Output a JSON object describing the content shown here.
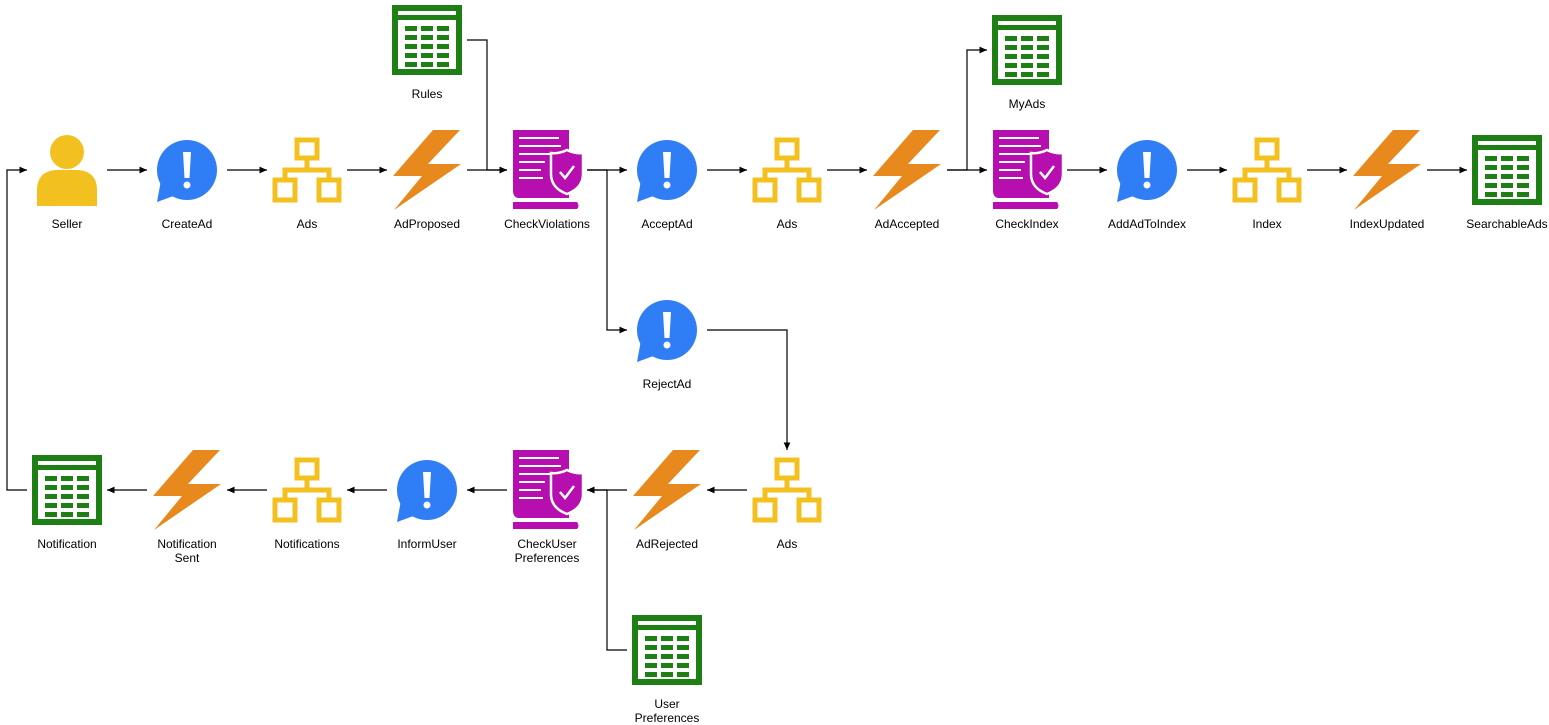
{
  "colors": {
    "actor": "#F2C01F",
    "command": "#2F7EF5",
    "aggregate": "#F2C01F",
    "event": "#E8891E",
    "policy": "#B70EB0",
    "readmodel": "#1E7F14",
    "edge": "#000000"
  },
  "nodes": [
    {
      "id": "seller",
      "label": "Seller",
      "type": "actor",
      "icon": "person-icon"
    },
    {
      "id": "create-ad",
      "label": "CreateAd",
      "type": "command",
      "icon": "command-bubble-icon"
    },
    {
      "id": "ads-1",
      "label": "Ads",
      "type": "aggregate",
      "icon": "aggregate-network-icon"
    },
    {
      "id": "ad-proposed",
      "label": "AdProposed",
      "type": "event",
      "icon": "lightning-icon"
    },
    {
      "id": "rules",
      "label": "Rules",
      "type": "readmodel",
      "icon": "table-icon"
    },
    {
      "id": "check-violations",
      "label": "CheckViolations",
      "type": "policy",
      "icon": "policy-shield-icon"
    },
    {
      "id": "accept-ad",
      "label": "AcceptAd",
      "type": "command",
      "icon": "command-bubble-icon"
    },
    {
      "id": "ads-2",
      "label": "Ads",
      "type": "aggregate",
      "icon": "aggregate-network-icon"
    },
    {
      "id": "ad-accepted",
      "label": "AdAccepted",
      "type": "event",
      "icon": "lightning-icon"
    },
    {
      "id": "my-ads",
      "label": "MyAds",
      "type": "readmodel",
      "icon": "table-icon"
    },
    {
      "id": "check-index",
      "label": "CheckIndex",
      "type": "policy",
      "icon": "policy-shield-icon"
    },
    {
      "id": "add-ad-to-index",
      "label": "AddAdToIndex",
      "type": "command",
      "icon": "command-bubble-icon"
    },
    {
      "id": "index",
      "label": "Index",
      "type": "aggregate",
      "icon": "aggregate-network-icon"
    },
    {
      "id": "index-updated",
      "label": "IndexUpdated",
      "type": "event",
      "icon": "lightning-icon"
    },
    {
      "id": "searchable-ads",
      "label": "SearchableAds",
      "type": "readmodel",
      "icon": "table-icon"
    },
    {
      "id": "reject-ad",
      "label": "RejectAd",
      "type": "command",
      "icon": "command-bubble-icon"
    },
    {
      "id": "ads-3",
      "label": "Ads",
      "type": "aggregate",
      "icon": "aggregate-network-icon"
    },
    {
      "id": "ad-rejected",
      "label": "AdRejected",
      "type": "event",
      "icon": "lightning-icon"
    },
    {
      "id": "check-user-preferences",
      "label": "CheckUser\nPreferences",
      "type": "policy",
      "icon": "policy-shield-icon"
    },
    {
      "id": "user-preferences",
      "label": "User\nPreferences",
      "type": "readmodel",
      "icon": "table-icon"
    },
    {
      "id": "inform-user",
      "label": "InformUser",
      "type": "command",
      "icon": "command-bubble-icon"
    },
    {
      "id": "notifications",
      "label": "Notifications",
      "type": "aggregate",
      "icon": "aggregate-network-icon"
    },
    {
      "id": "notification-sent",
      "label": "Notification\nSent",
      "type": "event",
      "icon": "lightning-icon"
    },
    {
      "id": "notification",
      "label": "Notification",
      "type": "readmodel",
      "icon": "table-icon"
    }
  ],
  "edges": [
    {
      "from": "seller",
      "to": "create-ad"
    },
    {
      "from": "create-ad",
      "to": "ads-1"
    },
    {
      "from": "ads-1",
      "to": "ad-proposed"
    },
    {
      "from": "ad-proposed",
      "to": "check-violations"
    },
    {
      "from": "rules",
      "to": "check-violations"
    },
    {
      "from": "check-violations",
      "to": "accept-ad"
    },
    {
      "from": "check-violations",
      "to": "reject-ad"
    },
    {
      "from": "accept-ad",
      "to": "ads-2"
    },
    {
      "from": "ads-2",
      "to": "ad-accepted"
    },
    {
      "from": "ad-accepted",
      "to": "my-ads"
    },
    {
      "from": "ad-accepted",
      "to": "check-index"
    },
    {
      "from": "check-index",
      "to": "add-ad-to-index"
    },
    {
      "from": "add-ad-to-index",
      "to": "index"
    },
    {
      "from": "index",
      "to": "index-updated"
    },
    {
      "from": "index-updated",
      "to": "searchable-ads"
    },
    {
      "from": "reject-ad",
      "to": "ads-3"
    },
    {
      "from": "ads-3",
      "to": "ad-rejected"
    },
    {
      "from": "ad-rejected",
      "to": "check-user-preferences"
    },
    {
      "from": "user-preferences",
      "to": "check-user-preferences"
    },
    {
      "from": "check-user-preferences",
      "to": "inform-user"
    },
    {
      "from": "inform-user",
      "to": "notifications"
    },
    {
      "from": "notifications",
      "to": "notification-sent"
    },
    {
      "from": "notification-sent",
      "to": "notification"
    },
    {
      "from": "notification",
      "to": "seller"
    }
  ]
}
